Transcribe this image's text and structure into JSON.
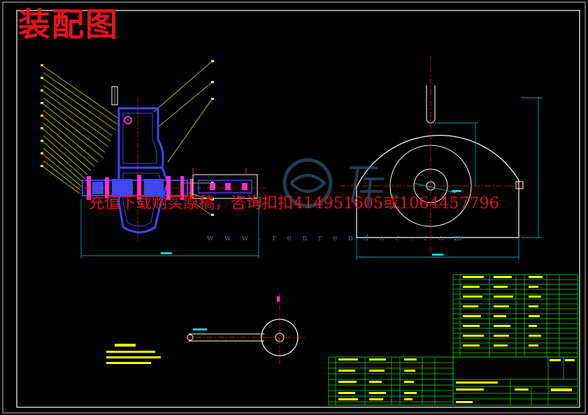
{
  "title_stamp": "装配图",
  "promo_overlay": "充值下载购买原稿，咨询扣扣414951605或1064457796",
  "watermark": {
    "url": "w w w . r e n r e n d o c . c o m",
    "logo": "人人文库"
  },
  "colors": {
    "background": "#000000",
    "frame": "#ffffff",
    "leader": "#ffff00",
    "part": "#3a48ff",
    "part_accent": "#ff2bd6",
    "centerline": "#ff2020",
    "dimension": "#00d6d6",
    "table_line": "#00e000",
    "overlay_text": "#e0121a"
  }
}
